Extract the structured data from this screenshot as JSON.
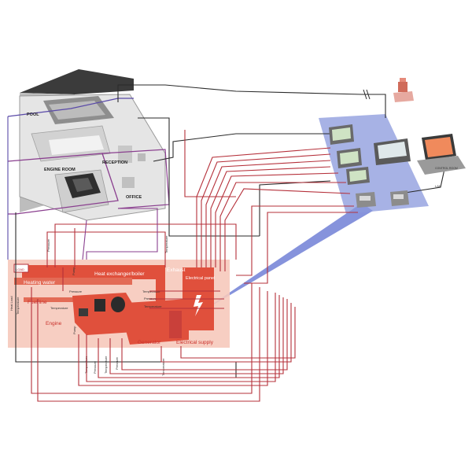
{
  "building": {
    "pool_label": "POOL",
    "engine_room_label": "ENGINE ROOM",
    "reception_label": "RECEPTION",
    "office_label": "OFFICE"
  },
  "plant": {
    "heat_exchanger_label": "Heat exchanger/boiler",
    "exhaust_label": "Exhaust",
    "heating_water_label": "Heating water",
    "fuel_line_label": "Fuel line",
    "engine_label": "Engine",
    "generator_label": "Generator",
    "electrical_panel_label": "Electrical panel",
    "electrical_supply_label": "Electrical supply",
    "pressure_label": "Pressure",
    "temperature_label": "Temperature",
    "pump_label": "Pump",
    "heat_load_label": "Heat Load",
    "load_label": "LOAD"
  },
  "controls": {
    "control_room_label": "CONTROL ROOM",
    "lan_label": "LAN"
  },
  "colors": {
    "plant_red": "#e0503c",
    "plant_bg": "#f6c9bb",
    "wire_red": "#b5303a",
    "wire_dark": "#2a2a2a",
    "control_blue": "#8090d8"
  }
}
